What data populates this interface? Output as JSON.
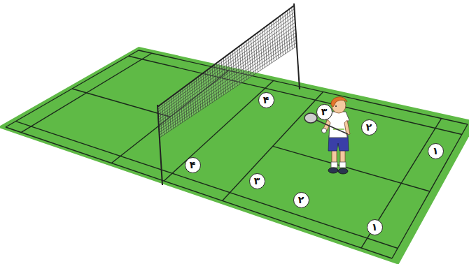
{
  "diagram": {
    "nodes": [
      {
        "text": [
          "۴"
        ]
      },
      {
        "text": [
          "۳"
        ]
      },
      {
        "text": [
          "۲"
        ]
      },
      {
        "text": [
          "۱"
        ]
      },
      {
        "text": [
          "۴"
        ]
      },
      {
        "text": [
          "۳"
        ]
      },
      {
        "text": [
          "۲"
        ]
      },
      {
        "text": [
          "۱"
        ]
      }
    ]
  }
}
